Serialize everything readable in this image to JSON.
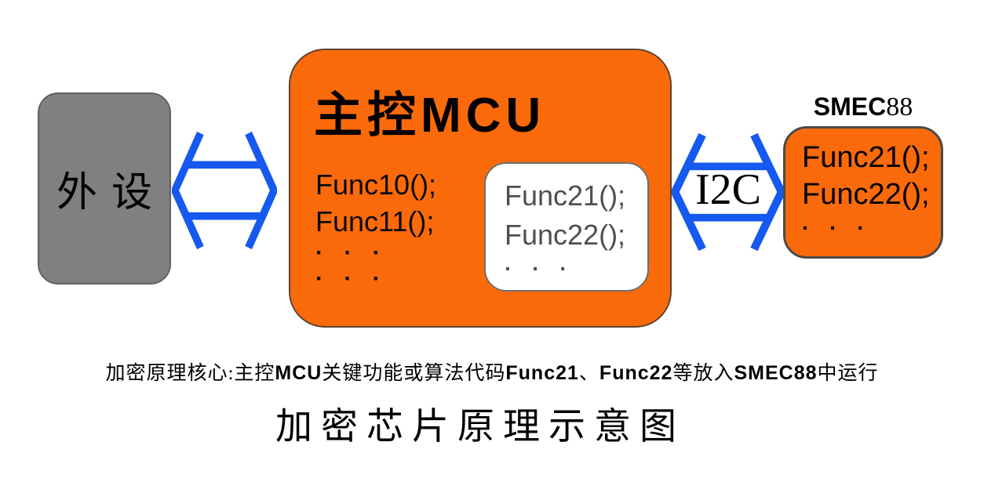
{
  "colors": {
    "orange": "#FB6A0A",
    "blue": "#1659EE",
    "gray": "#808080"
  },
  "peripheral": {
    "label": "外设"
  },
  "mcu": {
    "title": "主控MCU",
    "lines": {
      "0": "Func10();",
      "1": "Func11();"
    },
    "dots1": "· · ·",
    "dots2": "· · ·"
  },
  "inner_box": {
    "lines": {
      "0": "Func21();",
      "1": "Func22();"
    },
    "dots": "· · ·"
  },
  "i2c": {
    "label": "I2C"
  },
  "smec": {
    "label_main": "SMEC",
    "label_num": "88",
    "lines": {
      "0": "Func21();",
      "1": "Func22();"
    },
    "dots": "· · ·"
  },
  "caption": {
    "segments": [
      {
        "text": "加密原理核心:主控",
        "style": "cn"
      },
      {
        "text": "MCU",
        "style": "lat"
      },
      {
        "text": "关键功能或算法代码",
        "style": "cn"
      },
      {
        "text": "Func21",
        "style": "lat"
      },
      {
        "text": "、",
        "style": "cn"
      },
      {
        "text": "Func22",
        "style": "lat"
      },
      {
        "text": "等放入",
        "style": "cn"
      },
      {
        "text": "SMEC88",
        "style": "lat"
      },
      {
        "text": "中运行",
        "style": "cn"
      }
    ]
  },
  "title": "加密芯片原理示意图"
}
